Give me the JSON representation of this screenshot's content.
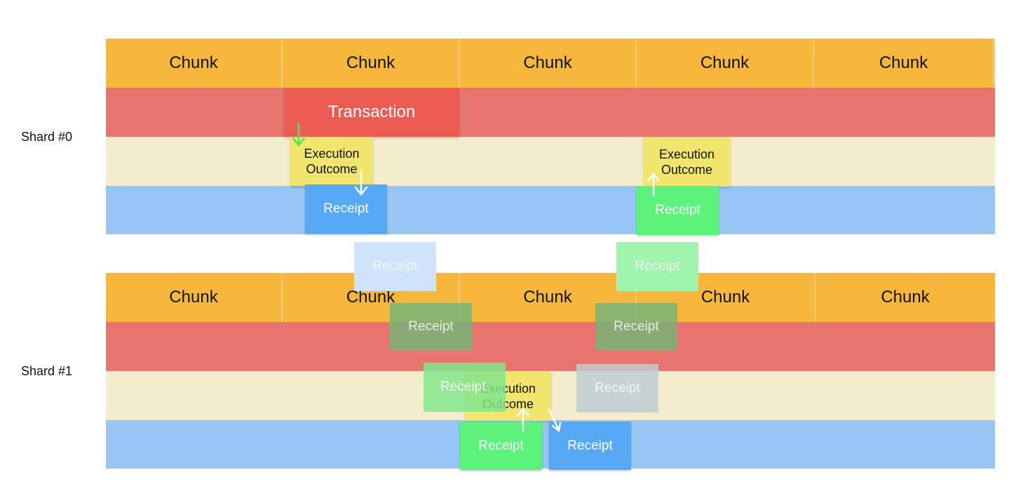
{
  "shards": [
    {
      "label": "Shard #0",
      "chunks": [
        "Chunk",
        "Chunk",
        "Chunk",
        "Chunk",
        "Chunk"
      ]
    },
    {
      "label": "Shard #1",
      "chunks": [
        "Chunk",
        "Chunk",
        "Chunk",
        "Chunk",
        "Chunk"
      ]
    }
  ],
  "cards": {
    "transaction": "Transaction",
    "execution_outcome_line1": "Execution",
    "execution_outcome_line2": "Outcome",
    "receipt": "Receipt"
  },
  "colors": {
    "chunk": "#f7b73c",
    "transaction_band": "#e8766f",
    "outcome_band": "#f3edcd",
    "receipt_band": "#97c6f5",
    "transaction": "#ec5c53",
    "execution_outcome": "#f1e56e",
    "receipt_blue": "#58a9f5",
    "receipt_green": "#5df27c",
    "arrow_green": "#4ee35a",
    "arrow_white": "#ffffff"
  }
}
